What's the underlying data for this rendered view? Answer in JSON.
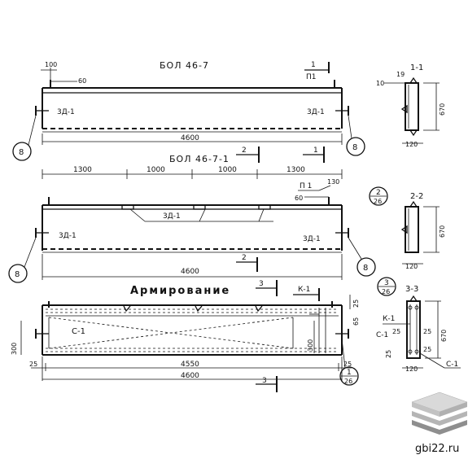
{
  "views": {
    "top_title": "БОЛ 46-7",
    "mid_title": "БОЛ 46-7-1",
    "bottom_title": "Армирование"
  },
  "dims": {
    "d100": "100",
    "d60": "60",
    "d4600": "4600",
    "d1300": "1300",
    "d1000": "1000",
    "d4550": "4550",
    "d25": "25",
    "d300": "300",
    "d65": "65",
    "d670": "670",
    "d120": "120",
    "d19": "19",
    "d10": "10",
    "d130": "130"
  },
  "labels": {
    "zd1": "3Д-1",
    "p1": "П1",
    "p1b": "П 1",
    "one": "1",
    "two": "2",
    "three": "3",
    "k1": "К-1",
    "c1": "С-1",
    "c1b": "С-1",
    "eight": "8",
    "num26": "26"
  },
  "sections": {
    "s11": "1-1",
    "s22": "2-2",
    "s33": "3-3"
  },
  "watermark": "gbi22.ru",
  "colors": {
    "ink": "#111111",
    "logo_top": "#d9d9d9",
    "logo_mid": "#b5b5b5",
    "logo_bot": "#8e8e8e"
  }
}
